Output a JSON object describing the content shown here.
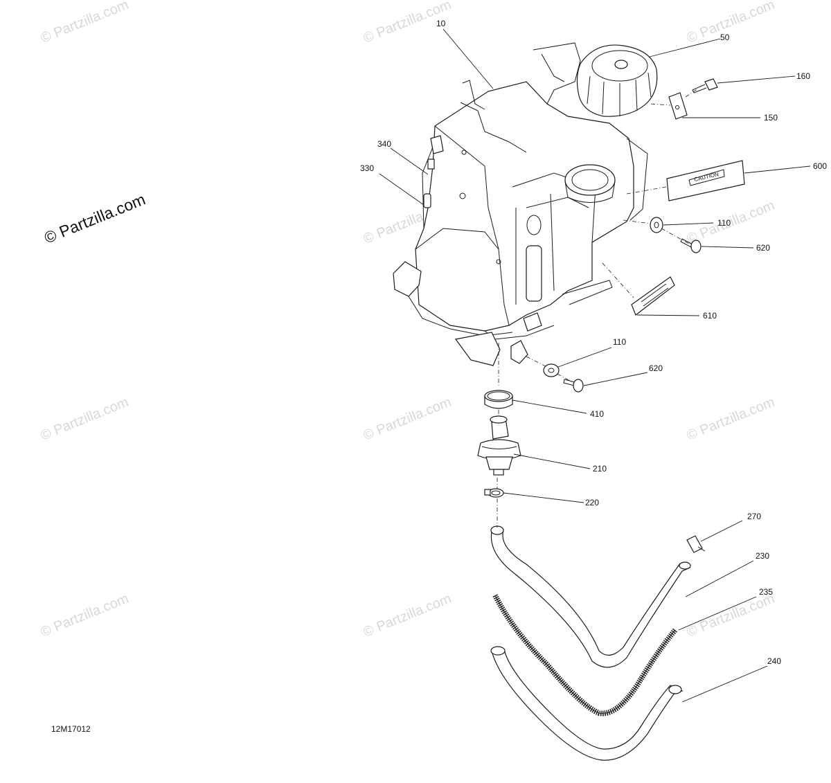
{
  "diagram": {
    "drawing_code": "12M17012",
    "watermark_text": "© Partzilla.com",
    "callouts": {
      "c10": "10",
      "c50": "50",
      "c160": "160",
      "c150": "150",
      "c600": "600",
      "c340": "340",
      "c330": "330",
      "c110a": "110",
      "c620a": "620",
      "c610": "610",
      "c110b": "110",
      "c620b": "620",
      "c410": "410",
      "c210": "210",
      "c220": "220",
      "c270": "270",
      "c230": "230",
      "c235": "235",
      "c240": "240"
    },
    "label_text": "CAUTION"
  },
  "colors": {
    "line": "#1a1a1a",
    "watermark": "#d8d8d8",
    "background": "#ffffff"
  }
}
